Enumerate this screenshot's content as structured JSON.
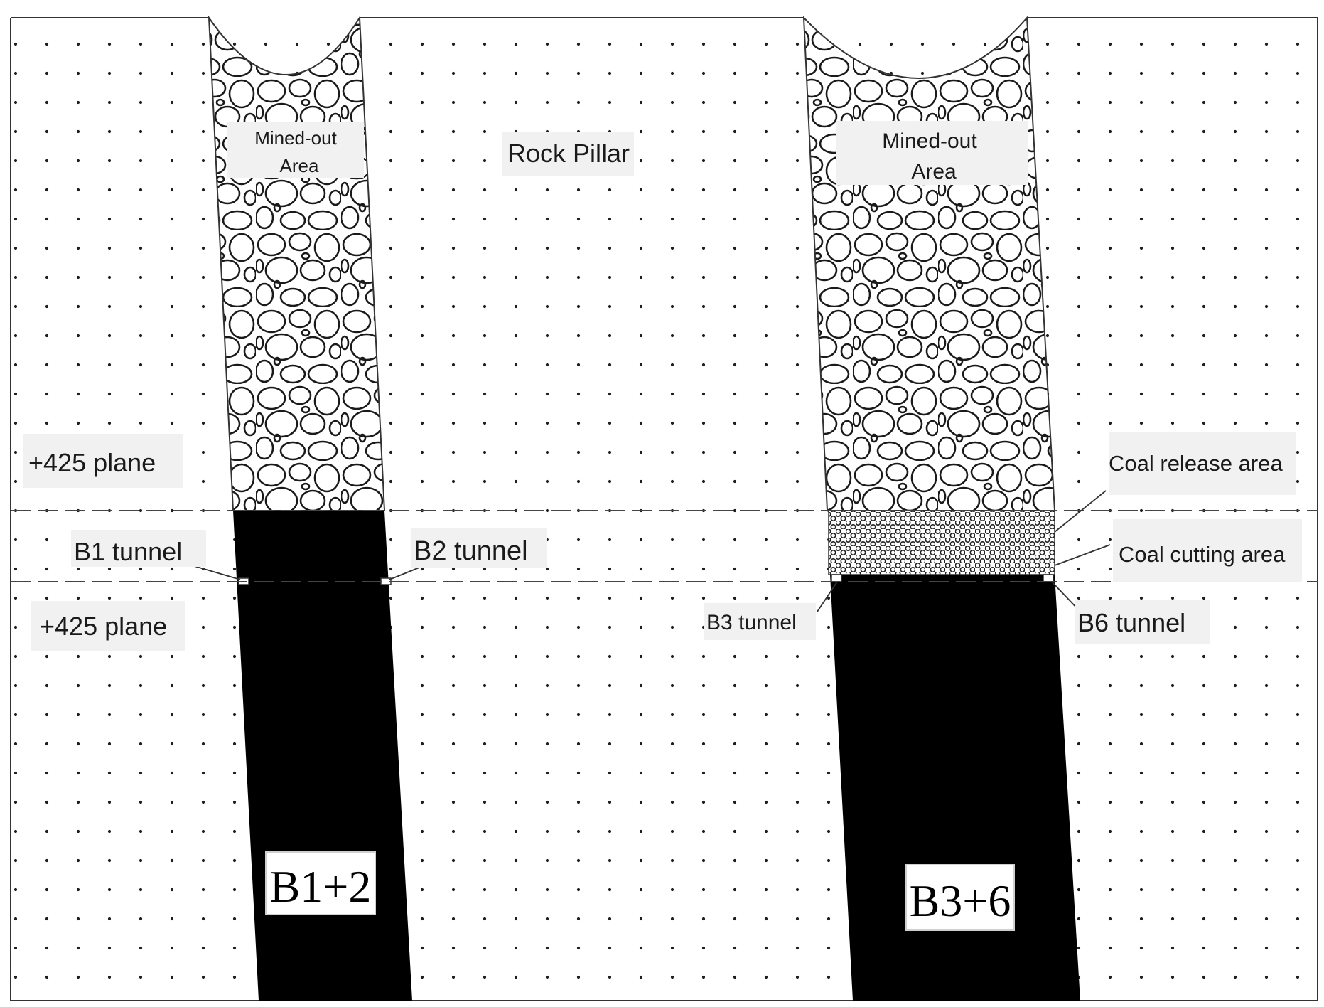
{
  "labels": {
    "mined_out_left_line1": "Mined-out",
    "mined_out_left_line2": "Area",
    "rock_pillar": "Rock Pillar",
    "mined_out_right_line1": "Mined-out",
    "mined_out_right_line2": "Area",
    "plane_upper": "+425 plane",
    "plane_lower": "+425 plane",
    "b1_tunnel": "B1 tunnel",
    "b2_tunnel": "B2 tunnel",
    "b3_tunnel": "B3 tunnel",
    "b6_tunnel": "B6 tunnel",
    "coal_release_area": "Coal release area",
    "coal_cutting_area": "Coal cutting area",
    "seam_left": "B1+2",
    "seam_right": "B3+6"
  },
  "colors": {
    "coal_seam": "#000000",
    "outline": "#333333",
    "label_background": "#f1f1f1",
    "rock_dot": "#1e1e1e"
  }
}
